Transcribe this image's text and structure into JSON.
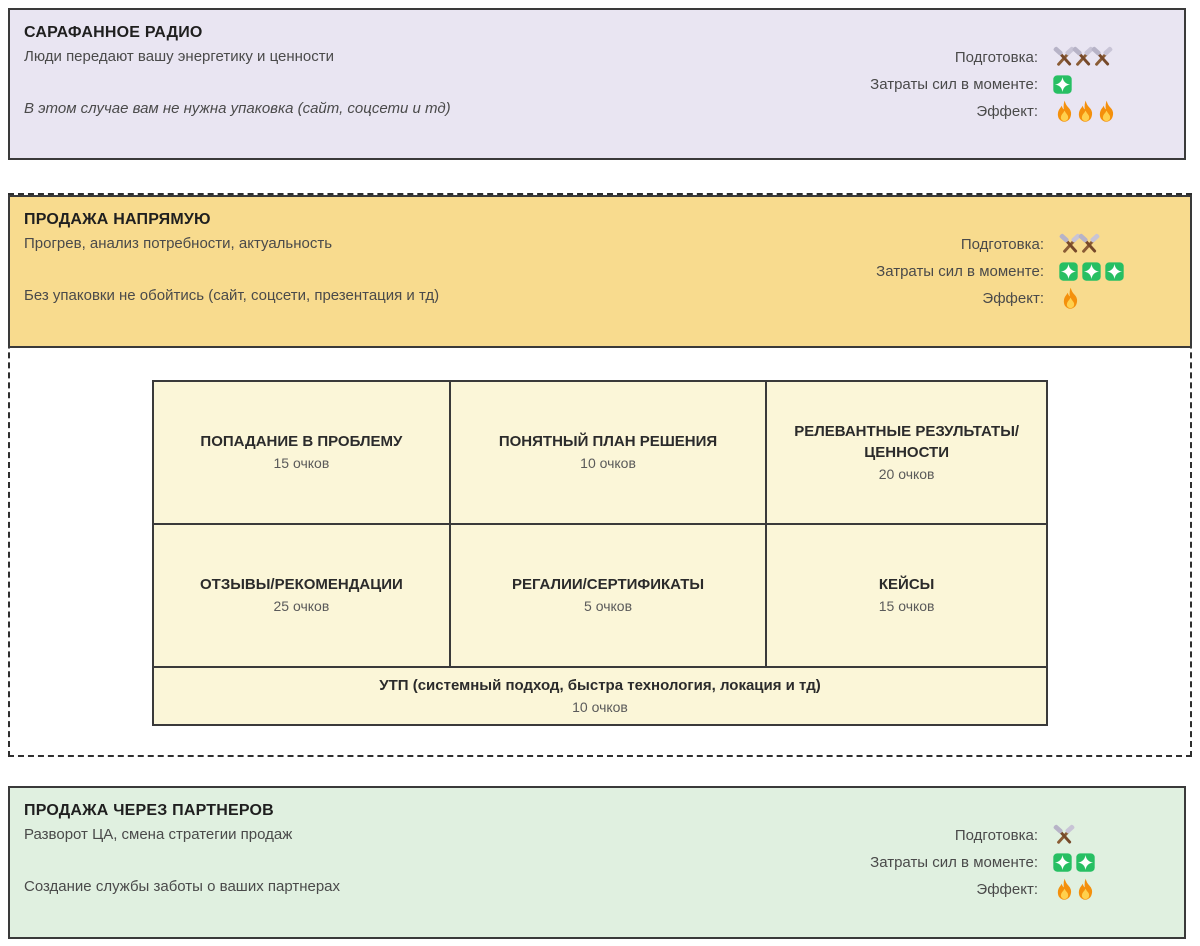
{
  "palette": {
    "word_of_mouth_bg": "#E9E5F2",
    "direct_sales_bg": "#F8DB8E",
    "table_cell_bg": "#FBF6D8",
    "partner_sales_bg": "#E0F0E0",
    "border": "#3A3A3A",
    "sparkle_green": "#27BF63",
    "fire_orange": "#F4900C"
  },
  "rating_labels": {
    "preparation": "Подготовка:",
    "effort": "Затраты сил в моменте:",
    "effect": "Эффект:"
  },
  "icon_names": {
    "preparation": "hammer-and-pick",
    "effort": "green-sparkle",
    "effect": "fire"
  },
  "cards": [
    {
      "title": "САРАФАННОЕ РАДИО",
      "subtitle": "Люди передают вашу энергетику и ценности",
      "note": "В этом случае вам не нужна упаковка (сайт, соцсети и тд)",
      "ratings": {
        "preparation": 3,
        "effort": 1,
        "effect": 3
      }
    },
    {
      "title": "ПРОДАЖА НАПРЯМУЮ",
      "subtitle": "Прогрев, анализ потребности, актуальность",
      "note": "Без упаковки не обойтись (сайт, соцсети, презентация и тд)",
      "ratings": {
        "preparation": 2,
        "effort": 3,
        "effect": 1
      }
    },
    {
      "title": "ПРОДАЖА ЧЕРЕЗ ПАРТНЕРОВ",
      "subtitle": "Разворот ЦА, смена стратегии продаж",
      "note": "Создание службы заботы о ваших партнерах",
      "ratings": {
        "preparation": 1,
        "effort": 2,
        "effect": 2
      }
    }
  ],
  "score_table": {
    "rows": [
      [
        {
          "title": "ПОПАДАНИЕ В ПРОБЛЕМУ",
          "points": "15 очков"
        },
        {
          "title": "ПОНЯТНЫЙ ПЛАН РЕШЕНИЯ",
          "points": "10 очков"
        },
        {
          "title": "РЕЛЕВАНТНЫЕ РЕЗУЛЬТАТЫ/\nЦЕННОСТИ",
          "points": "20 очков"
        }
      ],
      [
        {
          "title": "ОТЗЫВЫ/РЕКОМЕНДАЦИИ",
          "points": "25 очков"
        },
        {
          "title": "РЕГАЛИИ/СЕРТИФИКАТЫ",
          "points": "5 очков"
        },
        {
          "title": "КЕЙСЫ",
          "points": "15 очков"
        }
      ]
    ],
    "footer": {
      "title": "УТП (системный подход, быстра технология, локация и тд)",
      "points": "10 очков"
    }
  }
}
